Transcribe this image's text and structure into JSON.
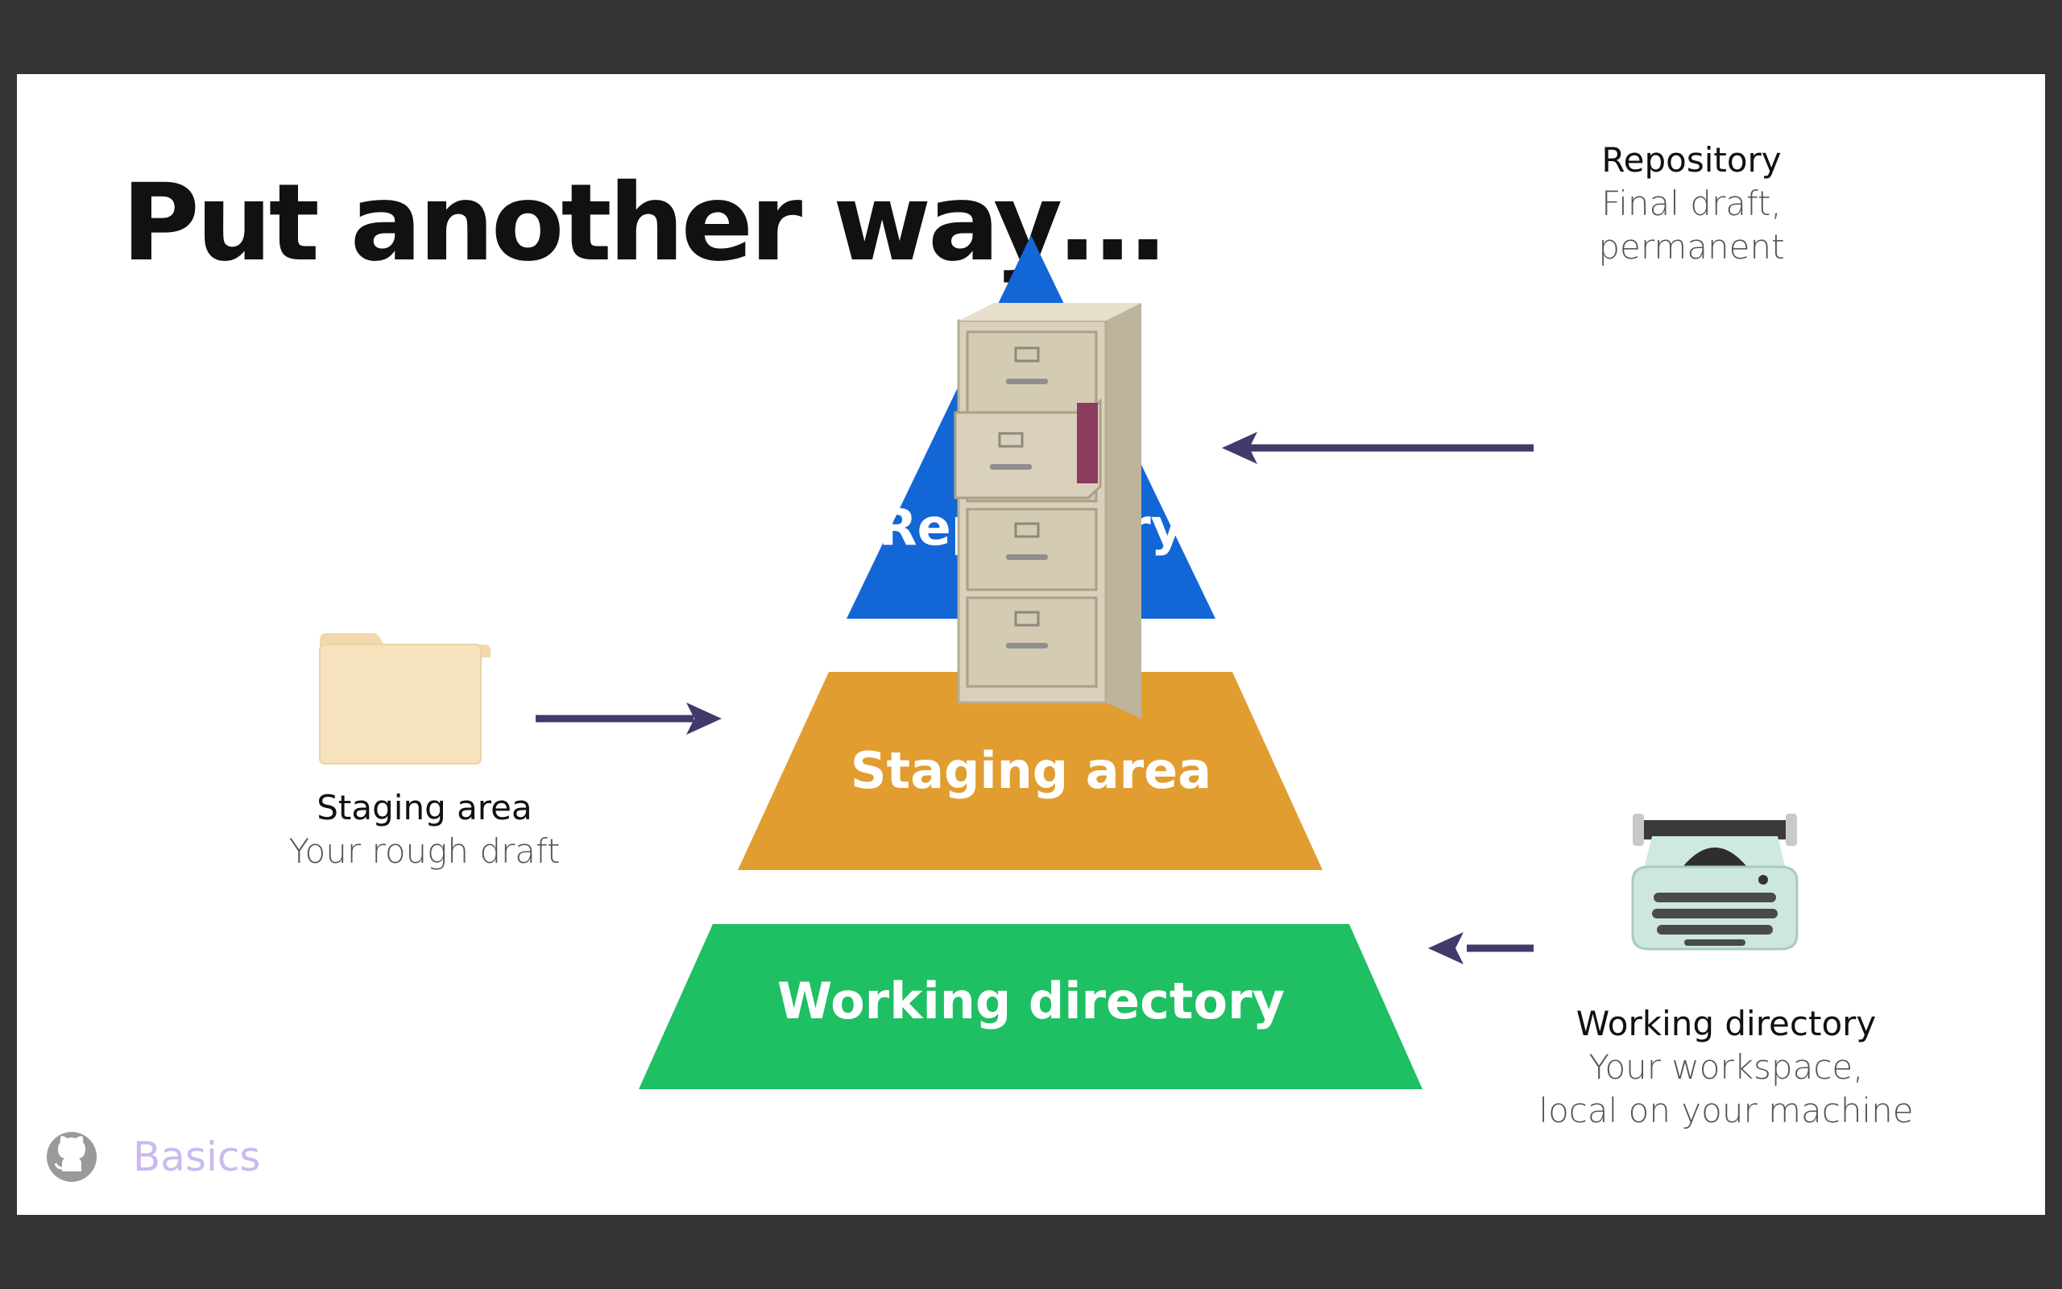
{
  "slide": {
    "title": "Put another way…",
    "footer_text": "Basics"
  },
  "pyramid": {
    "top": {
      "label": "Repository",
      "color": "#1366d6"
    },
    "middle": {
      "label": "Staging area",
      "color": "#e29d30"
    },
    "bottom": {
      "label": "Working directory",
      "color": "#1fbf63"
    }
  },
  "captions": {
    "repository": {
      "heading": "Repository",
      "line1": "Final draft,",
      "line2": "permanent"
    },
    "staging": {
      "heading": "Staging area",
      "line1": "Your rough draft"
    },
    "working": {
      "heading": "Working directory",
      "line1": "Your workspace,",
      "line2": "local on your machine"
    }
  },
  "icons": {
    "cabinet": "filing-cabinet-icon",
    "folder": "folder-icon",
    "typewriter": "typewriter-icon",
    "github": "github-icon"
  },
  "colors": {
    "arrow": "#423a6b",
    "background": "#333333",
    "slide": "#ffffff"
  }
}
